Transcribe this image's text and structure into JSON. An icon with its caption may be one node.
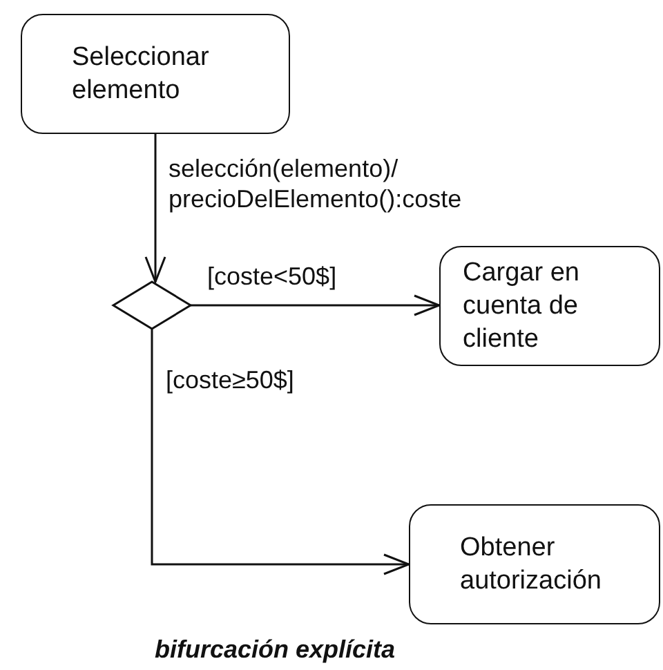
{
  "diagram": {
    "caption": "bifurcación explícita",
    "nodes": [
      {
        "text": [
          "Seleccionar elemento"
        ]
      },
      {
        "text": [],
        "shape": "diamond"
      },
      {
        "text": [
          "Cargar en cuenta de cliente"
        ]
      },
      {
        "text": [
          "Obtener autorización"
        ]
      }
    ],
    "edges": [
      {
        "from": 0,
        "to": 1,
        "arrow": "to",
        "label": "selección(elemento)/ precioDelElemento():coste"
      },
      {
        "from": 1,
        "to": 2,
        "arrow": "to",
        "label": "[coste<50$]"
      },
      {
        "from": 1,
        "to": 3,
        "arrow": "to",
        "label": "[coste≥50$]"
      }
    ]
  }
}
